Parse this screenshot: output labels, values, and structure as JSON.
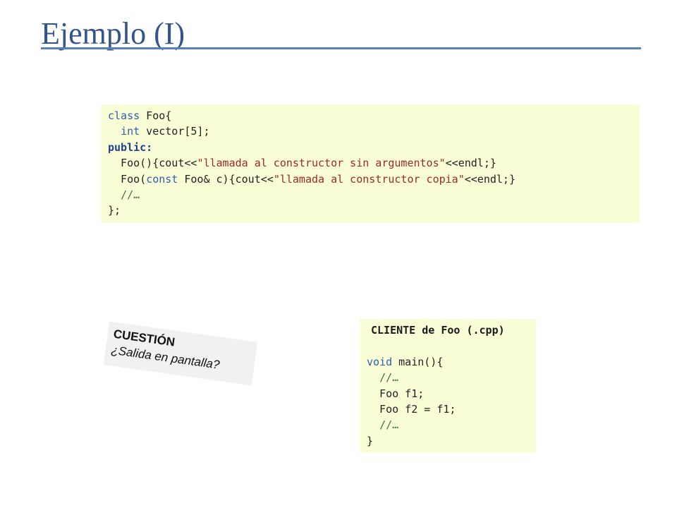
{
  "slide": {
    "title": "Ejemplo (I)"
  },
  "colors": {
    "title": "#34558b",
    "rule": "#5a7fb5",
    "code_background": "#fafed6",
    "keyword": "#2f5fa8",
    "string": "#a02828",
    "comment": "#3a7a34",
    "question_background": "#f1f1f1"
  },
  "code_main": {
    "l1_kw": "class",
    "l1_rest": " Foo{",
    "l2_indent": "  ",
    "l2_kw": "int",
    "l2_rest": " vector[5];",
    "l3_kw": "public:",
    "l4_pre": "  Foo(){cout<<",
    "l4_str": "\"llamada al constructor sin argumentos\"",
    "l4_post": "<<endl;}",
    "l5_pre": "  Foo(",
    "l5_kw": "const",
    "l5_mid": " Foo& c){cout<<",
    "l5_str": "\"llamada al constructor copia\"",
    "l5_post": "<<endl;}",
    "l6_indent": "  ",
    "l6_comment": "//…",
    "l7": "};"
  },
  "code_client": {
    "heading": "CLIENTE de Foo (.cpp)",
    "l2_kw": "void",
    "l2_rest": " main(){",
    "l3_indent": "  ",
    "l3_comment": "//…",
    "l4": "  Foo f1;",
    "l5": "  Foo f2 = f1;",
    "l6_indent": "  ",
    "l6_comment": "//…",
    "l7": "}"
  },
  "question": {
    "title": "CUESTIÓN",
    "text": "¿Salida en pantalla?"
  }
}
